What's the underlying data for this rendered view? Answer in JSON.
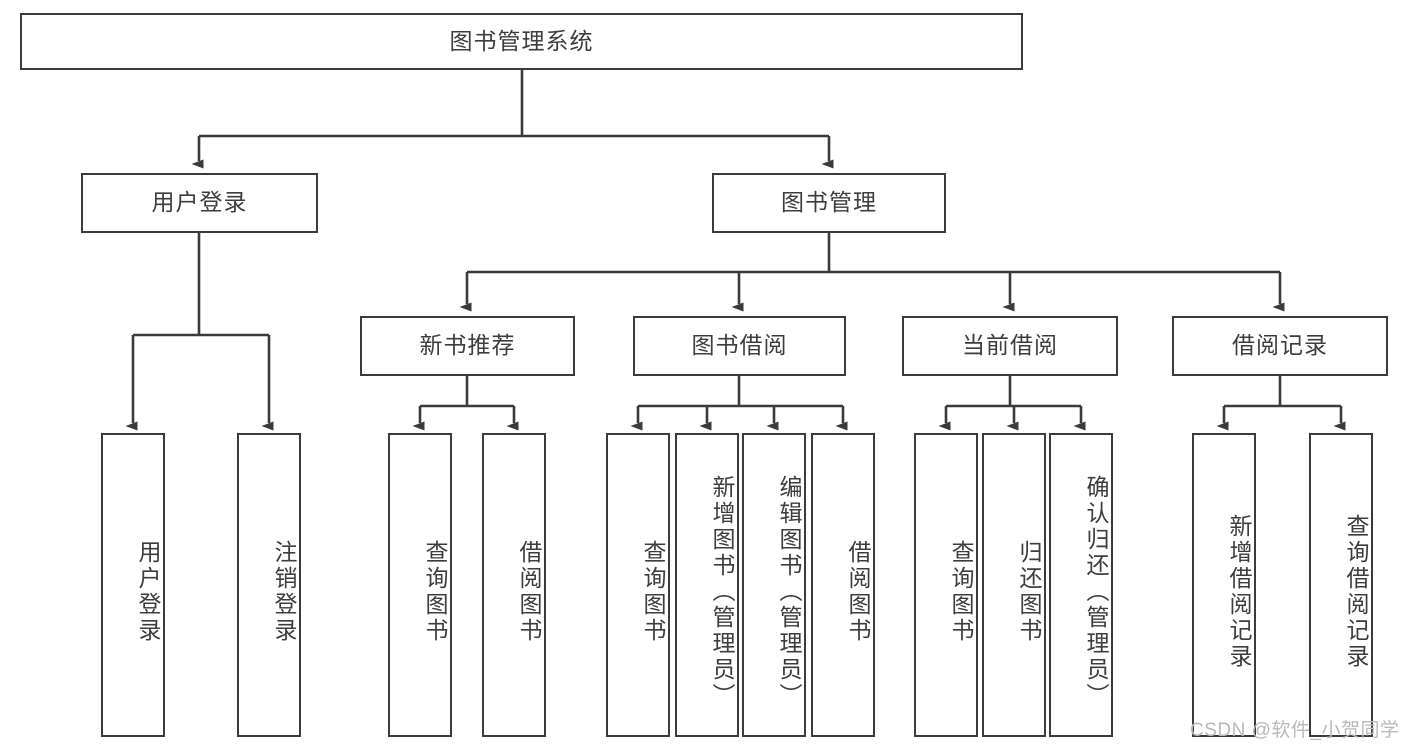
{
  "diagram": {
    "title": "图书管理系统",
    "type": "tree-hierarchy-chart",
    "background_color": "#ffffff",
    "line_color": "#3b3b3b",
    "text_color": "#3d3d3d"
  },
  "root": {
    "label": "图书管理系统"
  },
  "level1": [
    {
      "label": "用户登录"
    },
    {
      "label": "图书管理"
    }
  ],
  "level2": [
    {
      "label": "新书推荐"
    },
    {
      "label": "图书借阅"
    },
    {
      "label": "当前借阅"
    },
    {
      "label": "借阅记录"
    }
  ],
  "leaves": {
    "user_login": [
      {
        "label": "用户登录"
      },
      {
        "label": "注销登录"
      }
    ],
    "new_book_recommend": [
      {
        "label": "查询图书"
      },
      {
        "label": "借阅图书"
      }
    ],
    "book_borrow": [
      {
        "label": "查询图书"
      },
      {
        "label": "新增图书（管理员）"
      },
      {
        "label": "编辑图书（管理员）"
      },
      {
        "label": "借阅图书"
      }
    ],
    "current_borrow": [
      {
        "label": "查询图书"
      },
      {
        "label": "归还图书"
      },
      {
        "label": "确认归还（管理员）"
      }
    ],
    "borrow_record": [
      {
        "label": "新增借阅记录"
      },
      {
        "label": "查询借阅记录"
      }
    ]
  },
  "watermark": {
    "text": "CSDN @软件_小贺同学"
  }
}
